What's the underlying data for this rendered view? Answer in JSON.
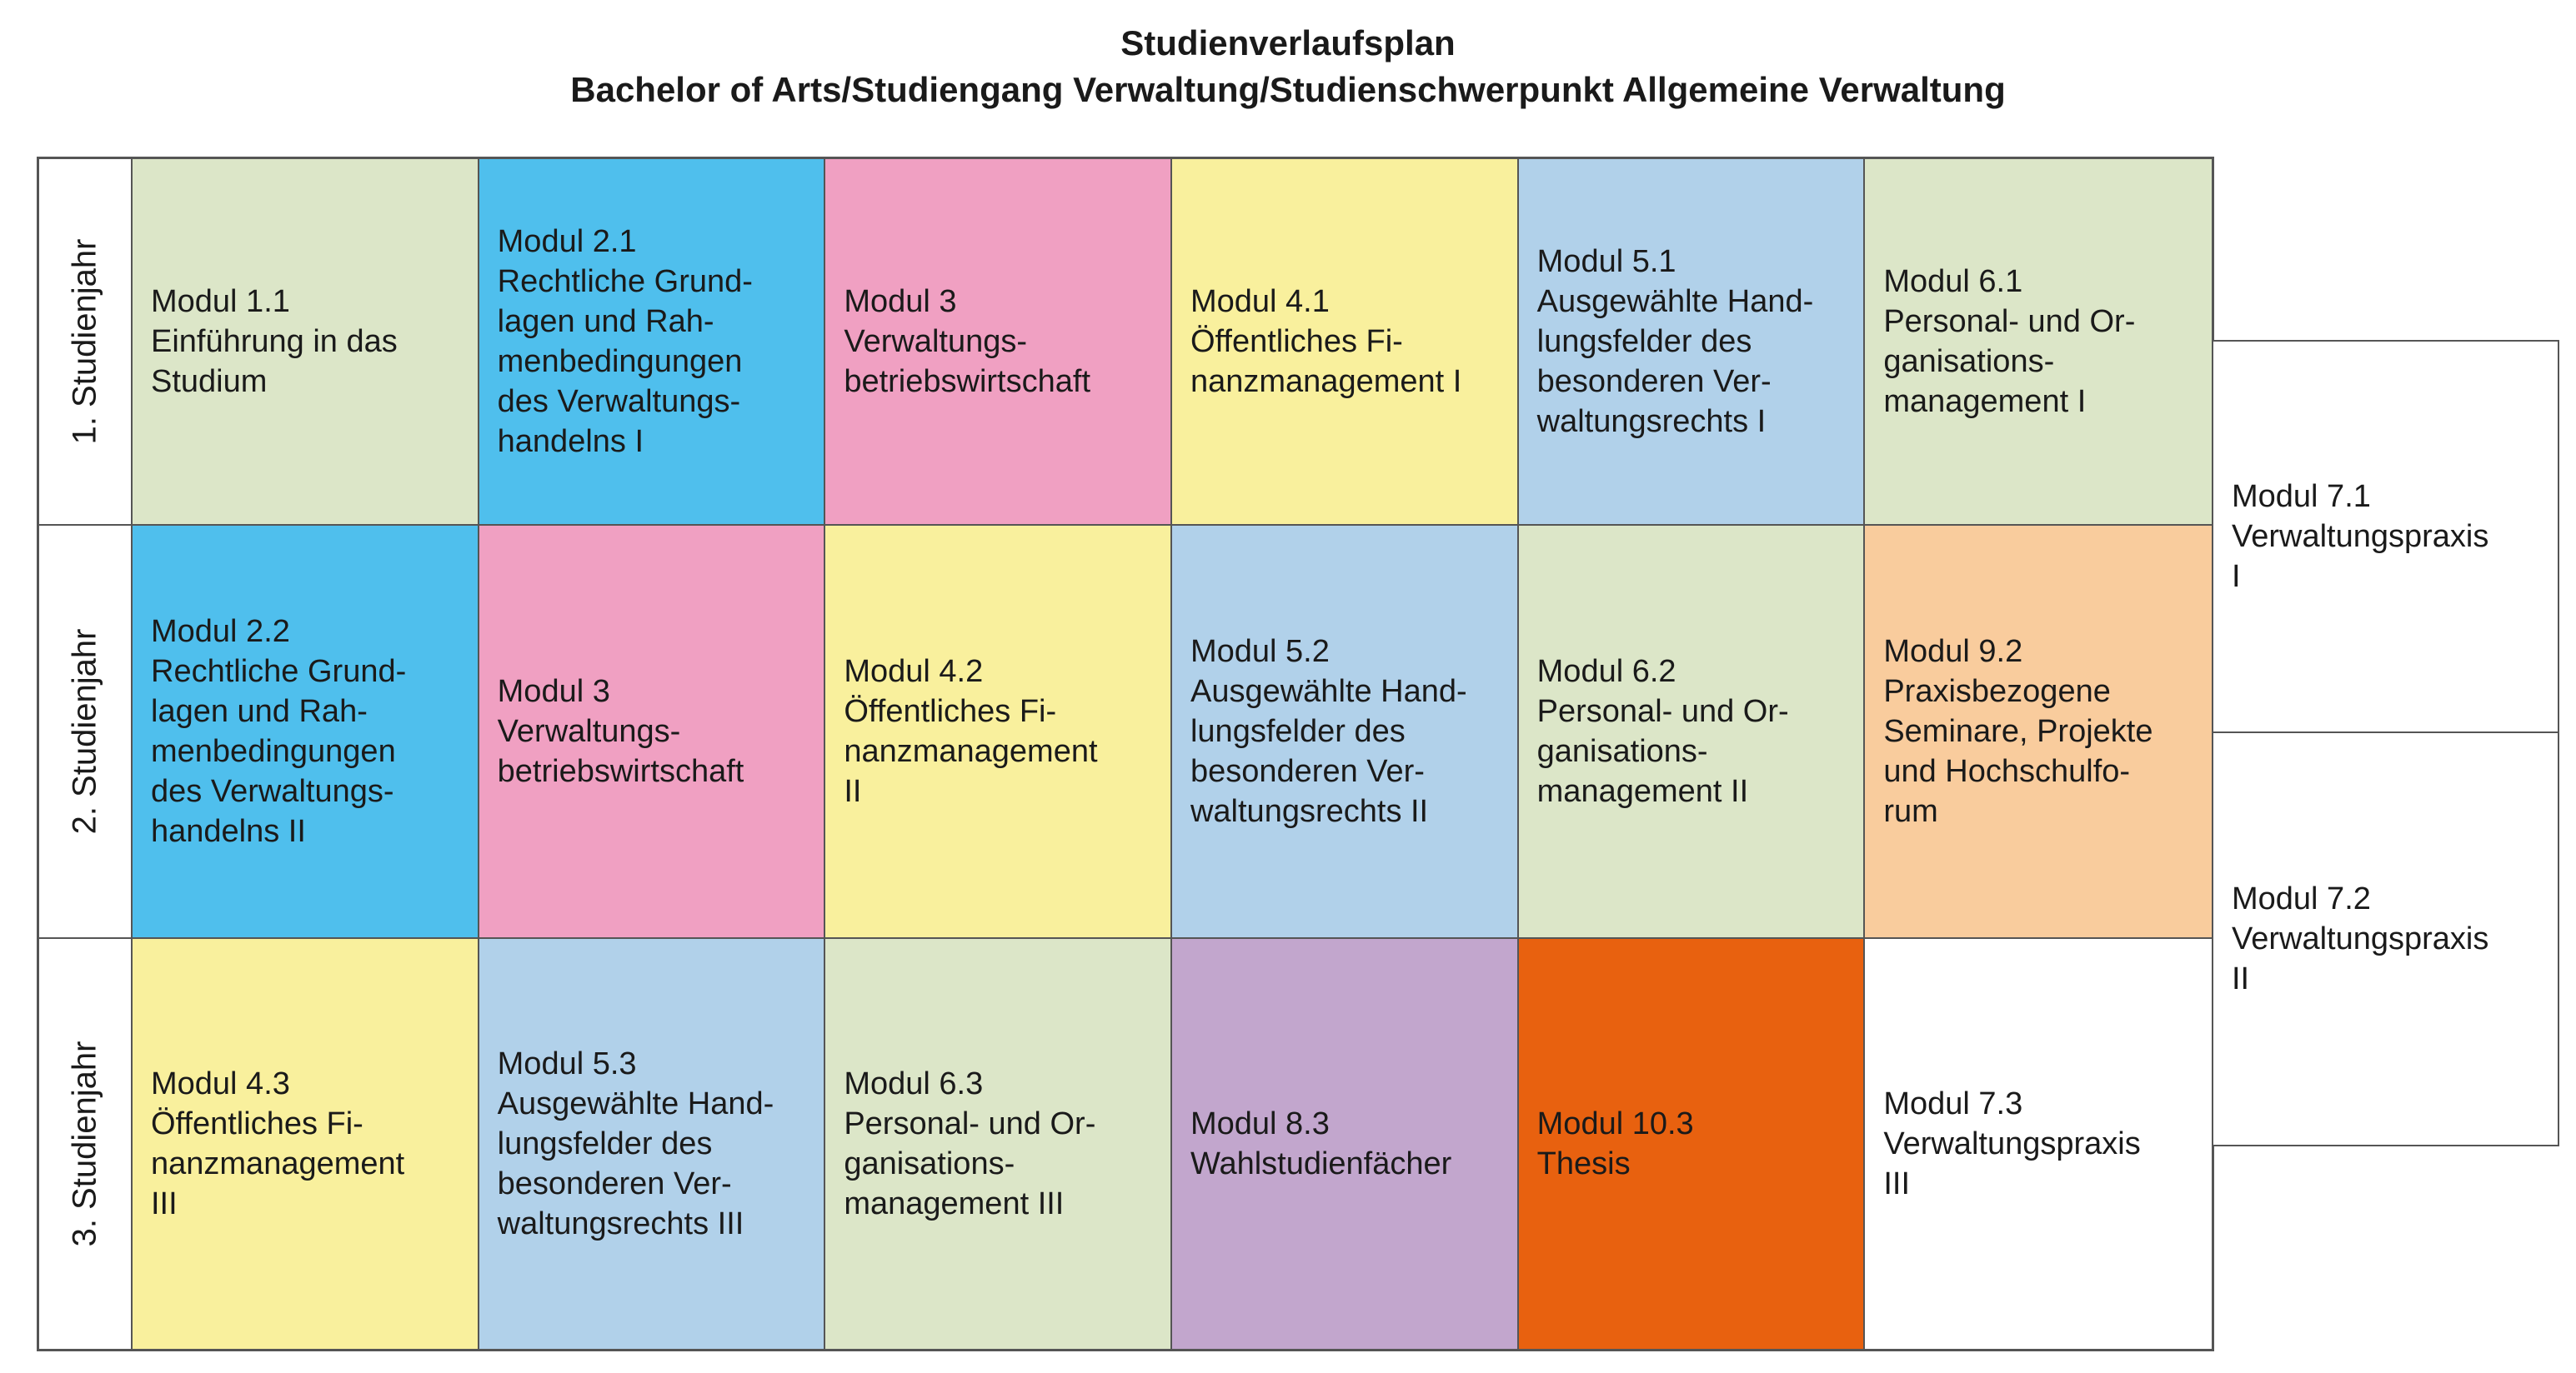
{
  "header": {
    "title": "Studienverlaufsplan",
    "subtitle": "Bachelor of Arts/Studiengang Verwaltung/Studienschwerpunkt Allgemeine Verwaltung"
  },
  "years": [
    "1. Studienjahr",
    "2. Studienjahr",
    "3. Studienjahr"
  ],
  "colors": {
    "green": "#dce6c8",
    "blue": "#4fbfed",
    "pink": "#f0a0c2",
    "yellow": "#f9f09d",
    "lightblue": "#b1d1ea",
    "orange_light": "#f9cc9d",
    "purple": "#c2a6cd",
    "orange": "#e8610f",
    "white": "#ffffff"
  },
  "rows": [
    [
      {
        "text": "Modul 1.1\nEinführung in das\nStudium",
        "color": "#dce6c8"
      },
      {
        "text": "Modul 2.1\nRechtliche Grund-\nlagen und Rah-\nmenbedingungen\ndes Verwaltungs-\nhandelns I",
        "color": "#4fbfed"
      },
      {
        "text": "Modul 3\nVerwaltungs-\nbetriebswirtschaft",
        "color": "#f0a0c2"
      },
      {
        "text": "Modul 4.1\nÖffentliches Fi-\nnanzmanagement I",
        "color": "#f9f09d"
      },
      {
        "text": "Modul 5.1\nAusgewählte Hand-\nlungsfelder des\nbesonderen Ver-\nwaltungsrechts I",
        "color": "#b1d1ea"
      },
      {
        "text": "Modul 6.1\nPersonal- und Or-\nganisations-\nmanagement I",
        "color": "#dce6c8"
      }
    ],
    [
      {
        "text": "Modul 2.2\nRechtliche Grund-\nlagen und Rah-\nmenbedingungen\ndes Verwaltungs-\nhandelns II",
        "color": "#4fbfed"
      },
      {
        "text": "Modul 3\nVerwaltungs-\nbetriebswirtschaft",
        "color": "#f0a0c2"
      },
      {
        "text": "Modul 4.2\nÖffentliches Fi-\nnanzmanagement\nII",
        "color": "#f9f09d"
      },
      {
        "text": "Modul 5.2\nAusgewählte Hand-\nlungsfelder des\nbesonderen Ver-\nwaltungsrechts II",
        "color": "#b1d1ea"
      },
      {
        "text": "Modul 6.2\nPersonal- und Or-\nganisations-\nmanagement II",
        "color": "#dce6c8"
      },
      {
        "text": "Modul 9.2\nPraxisbezogene\nSeminare, Projekte\nund Hochschulfo-\nrum",
        "color": "#f9cc9d"
      }
    ],
    [
      {
        "text": "Modul 4.3\nÖffentliches Fi-\nnanzmanagement\nIII",
        "color": "#f9f09d"
      },
      {
        "text": "Modul 5.3\nAusgewählte Hand-\nlungsfelder des\nbesonderen Ver-\nwaltungsrechts III",
        "color": "#b1d1ea"
      },
      {
        "text": "Modul 6.3\nPersonal- und Or-\nganisations-\nmanagement III",
        "color": "#dce6c8"
      },
      {
        "text": "Modul 8.3\nWahlstudienfächer",
        "color": "#c2a6cd"
      },
      {
        "text": "Modul 10.3\nThesis",
        "color": "#e8610f"
      },
      {
        "text": "Modul 7.3\nVerwaltungspraxis\nIII",
        "color": "#ffffff"
      }
    ]
  ],
  "praxis": [
    {
      "text": "Modul 7.1\nVerwaltungspraxis\nI"
    },
    {
      "text": "Modul 7.2\nVerwaltungspraxis\nII"
    }
  ]
}
